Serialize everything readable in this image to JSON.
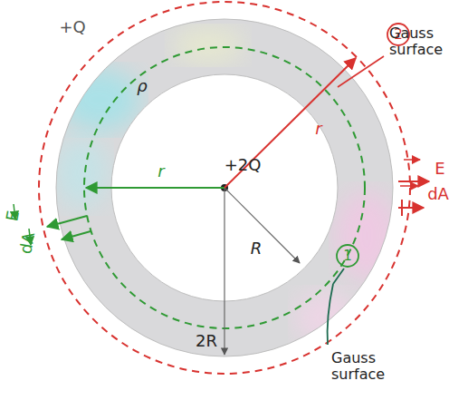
{
  "diagram": {
    "labels": [
      "+Q",
      "ρ",
      "r",
      "r",
      "+2Q",
      "R",
      "2R",
      "2",
      "1",
      "Gauss surface",
      "Gauss surface",
      "E",
      "dA",
      "E",
      "dA"
    ]
  }
}
